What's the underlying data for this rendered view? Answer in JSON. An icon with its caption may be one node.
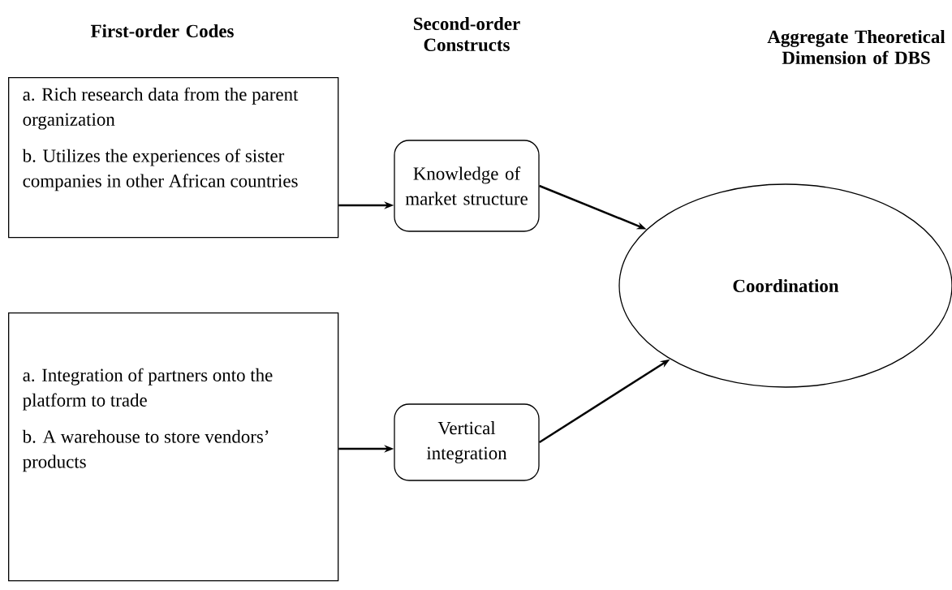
{
  "diagram": {
    "nodes": [
      {
        "text": [
          "a. Rich research data from the parent organization",
          "b. Utilizes the experiences of sister companies in other African countries"
        ]
      },
      {
        "text": [
          "a. Integration of partners onto the platform to trade",
          "b. A warehouse to store vendors’ products"
        ]
      },
      {
        "text": [
          "Knowledge of market structure"
        ]
      },
      {
        "text": [
          "Vertical integration"
        ]
      },
      {
        "text": [
          "Coordination"
        ]
      }
    ],
    "edges": [
      {
        "from": 0,
        "to": 2,
        "arrow": "to"
      },
      {
        "from": 1,
        "to": 3,
        "arrow": "to"
      },
      {
        "from": 2,
        "to": 4,
        "arrow": "to"
      },
      {
        "from": 3,
        "to": 4,
        "arrow": "to"
      }
    ],
    "labels": [
      "First-order Codes",
      "Second-order Constructs",
      "Aggregate Theoretical Dimension of DBS"
    ]
  }
}
